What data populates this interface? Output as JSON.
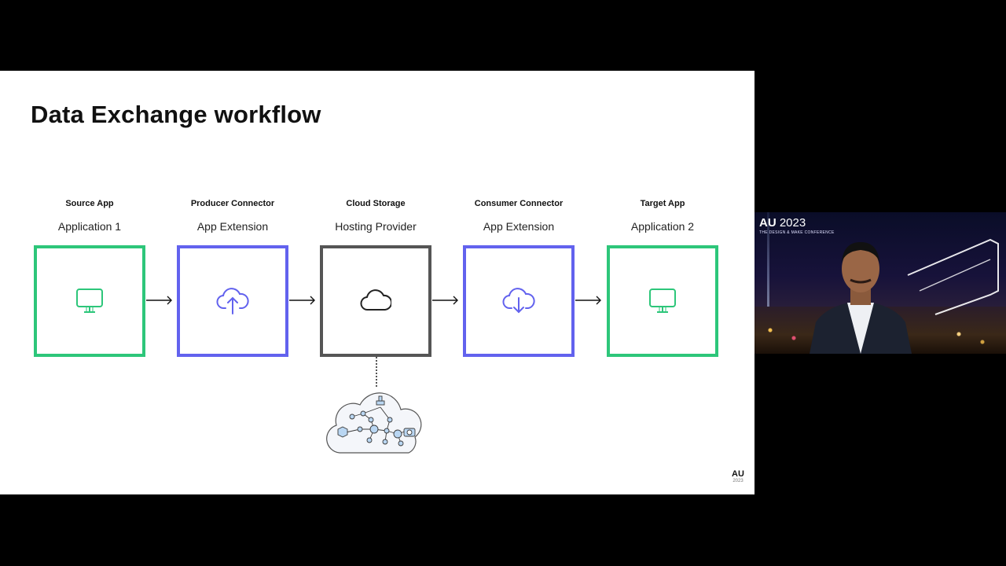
{
  "slide": {
    "title": "Data Exchange workflow",
    "stages": [
      {
        "category": "Source App",
        "name": "Application 1",
        "icon": "monitor-icon",
        "color": "#2dc67a"
      },
      {
        "category": "Producer Connector",
        "name": "App Extension",
        "icon": "cloud-upload-icon",
        "color": "#6262ee"
      },
      {
        "category": "Cloud Storage",
        "name": "Hosting Provider",
        "icon": "cloud-icon",
        "color": "#555555"
      },
      {
        "category": "Consumer Connector",
        "name": "App Extension",
        "icon": "cloud-download-icon",
        "color": "#6262ee"
      },
      {
        "category": "Target App",
        "name": "Application 2",
        "icon": "monitor-icon",
        "color": "#2dc67a"
      }
    ],
    "logo": {
      "text": "AU",
      "year": "2023"
    }
  },
  "video": {
    "brand": "AU",
    "year": "2023",
    "tagline": "THE DESIGN & MAKE CONFERENCE"
  }
}
